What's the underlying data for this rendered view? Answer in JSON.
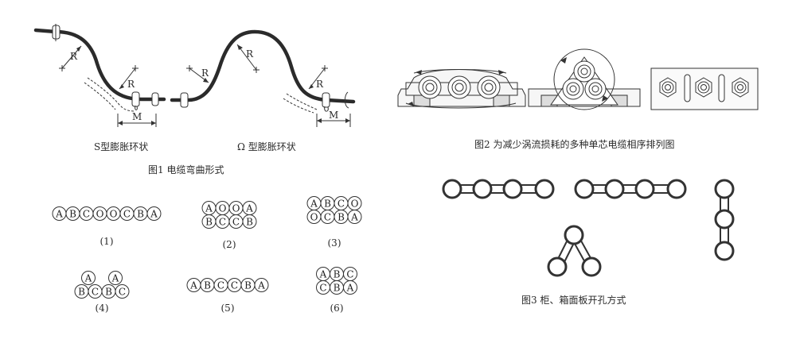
{
  "fig1": {
    "s_label": "S型膨胀环状",
    "omega_label": "Ω 型膨胀环状",
    "caption": "图1   电缆弯曲形式",
    "r": "R",
    "m": "M"
  },
  "fig2": {
    "caption": "图2   为减少涡流损耗的多种单芯电缆相序排列图"
  },
  "fig3": {
    "caption": "图3   柜、箱面板开孔方式"
  },
  "groups": [
    {
      "label": "(1)",
      "rows": [
        [
          "A",
          "B",
          "C",
          "O",
          "O",
          "C",
          "B",
          "A"
        ]
      ]
    },
    {
      "label": "(2)",
      "rows": [
        [
          "A",
          "O",
          "O",
          "A"
        ],
        [
          "B",
          "C",
          "C",
          "B"
        ]
      ]
    },
    {
      "label": "(3)",
      "rows": [
        [
          "A",
          "B",
          "C",
          "O"
        ],
        [
          "O",
          "C",
          "B",
          "A"
        ]
      ]
    },
    {
      "label": "(4)",
      "rows": [
        [
          "A",
          "A"
        ],
        [
          "B",
          "C",
          "B",
          "C"
        ]
      ]
    },
    {
      "label": "(5)",
      "rows": [
        [
          "A",
          "B",
          "C",
          "C",
          "B",
          "A"
        ]
      ]
    },
    {
      "label": "(6)",
      "rows": [
        [
          "A",
          "B",
          "C"
        ],
        [
          "C",
          "B",
          "A"
        ]
      ]
    }
  ]
}
